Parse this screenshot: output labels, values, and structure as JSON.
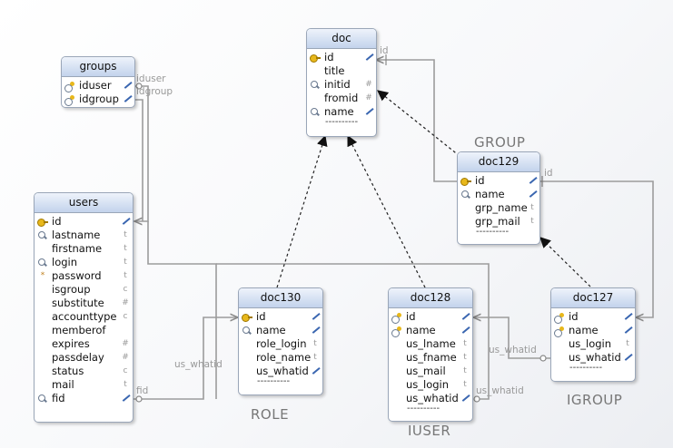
{
  "entities": {
    "doc": {
      "title": "doc",
      "fields": [
        "id",
        "title",
        "initid",
        "fromid",
        "name"
      ],
      "type_marks": [
        "",
        "",
        "#",
        "#",
        ""
      ]
    },
    "groups": {
      "title": "groups",
      "fields": [
        "iduser",
        "idgroup"
      ]
    },
    "users": {
      "title": "users",
      "fields": [
        "id",
        "lastname",
        "firstname",
        "login",
        "password",
        "isgroup",
        "substitute",
        "accounttype",
        "memberof",
        "expires",
        "passdelay",
        "status",
        "mail",
        "fid"
      ],
      "type_marks": [
        "",
        "t",
        "t",
        "t",
        "t",
        "c",
        "#",
        "c",
        "",
        "#",
        "#",
        "c",
        "t",
        ""
      ]
    },
    "doc129": {
      "title": "doc129",
      "fields": [
        "id",
        "name",
        "grp_name",
        "grp_mail"
      ],
      "type_marks": [
        "",
        "",
        "t",
        "t"
      ]
    },
    "doc130": {
      "title": "doc130",
      "fields": [
        "id",
        "name",
        "role_login",
        "role_name",
        "us_whatid"
      ],
      "type_marks": [
        "",
        "",
        "t",
        "t",
        ""
      ]
    },
    "doc128": {
      "title": "doc128",
      "fields": [
        "id",
        "name",
        "us_lname",
        "us_fname",
        "us_mail",
        "us_login",
        "us_whatid"
      ],
      "type_marks": [
        "",
        "",
        "t",
        "t",
        "t",
        "t",
        ""
      ]
    },
    "doc127": {
      "title": "doc127",
      "fields": [
        "id",
        "name",
        "us_login",
        "us_whatid"
      ],
      "type_marks": [
        "",
        "",
        "t",
        ""
      ]
    }
  },
  "dashes": "----------",
  "group_labels": {
    "group": "GROUP",
    "role": "ROLE",
    "iuser": "IUSER",
    "igroup": "IGROUP"
  },
  "relation_labels": {
    "id_doc": "id",
    "iduser": "iduser",
    "idgroup": "idgroup",
    "id_doc129": "id",
    "fid": "fid",
    "us_whatid_130": "us_whatid",
    "us_whatid_128": "us_whatid",
    "us_whatid_127": "us_whatid"
  }
}
